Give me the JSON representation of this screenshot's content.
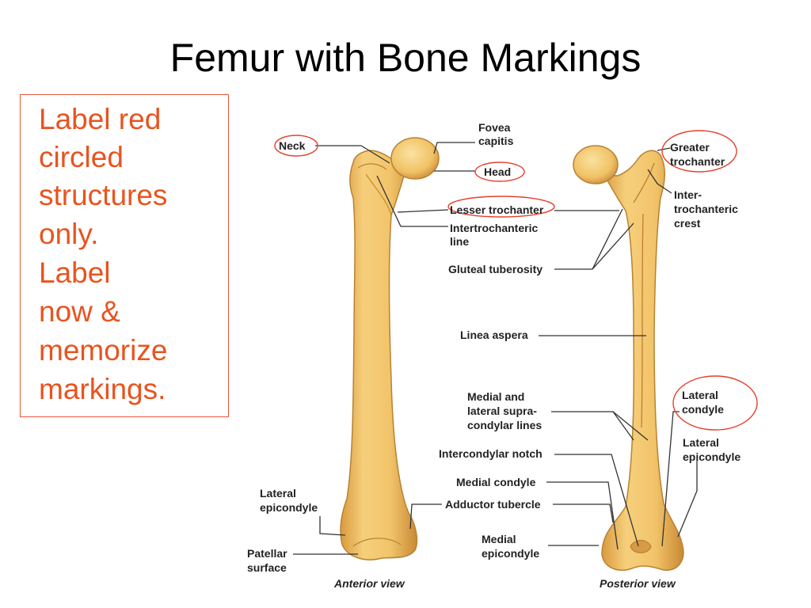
{
  "title": "Femur with Bone Markings",
  "instructions": {
    "lines": [
      "Label red",
      "circled",
      "structures",
      "only.",
      "Label",
      "now &",
      "memorize",
      "markings."
    ]
  },
  "colors": {
    "instruction_text": "#e8541f",
    "circle_mark": "#e3402c",
    "bone_fill": "#f2c874",
    "bone_shade": "#d9a048",
    "bone_outline": "#b78232"
  },
  "labels": {
    "neck": "Neck",
    "fovea_1": "Fovea",
    "fovea_2": "capitis",
    "head": "Head",
    "lesser_trochanter": "Lesser trochanter",
    "intertroch_line_1": "Intertrochanteric",
    "intertroch_line_2": "line",
    "gluteal": "Gluteal tuberosity",
    "linea_aspera": "Linea aspera",
    "supra_1": "Medial and",
    "supra_2": "lateral supra-",
    "supra_3": "condylar lines",
    "intercondylar": "Intercondylar notch",
    "medial_condyle": "Medial condyle",
    "adductor": "Adductor tubercle",
    "medial_epi_1": "Medial",
    "medial_epi_2": "epicondyle",
    "lat_epi_left_1": "Lateral",
    "lat_epi_left_2": "epicondyle",
    "patellar_1": "Patellar",
    "patellar_2": "surface",
    "greater_1": "Greater",
    "greater_2": "trochanter",
    "intertroch_crest_1": "Inter-",
    "intertroch_crest_2": "trochanteric",
    "intertroch_crest_3": "crest",
    "lat_condyle_1": "Lateral",
    "lat_condyle_2": "condyle",
    "lat_epi_right_1": "Lateral",
    "lat_epi_right_2": "epicondyle"
  },
  "views": {
    "anterior": "Anterior view",
    "posterior": "Posterior view"
  }
}
